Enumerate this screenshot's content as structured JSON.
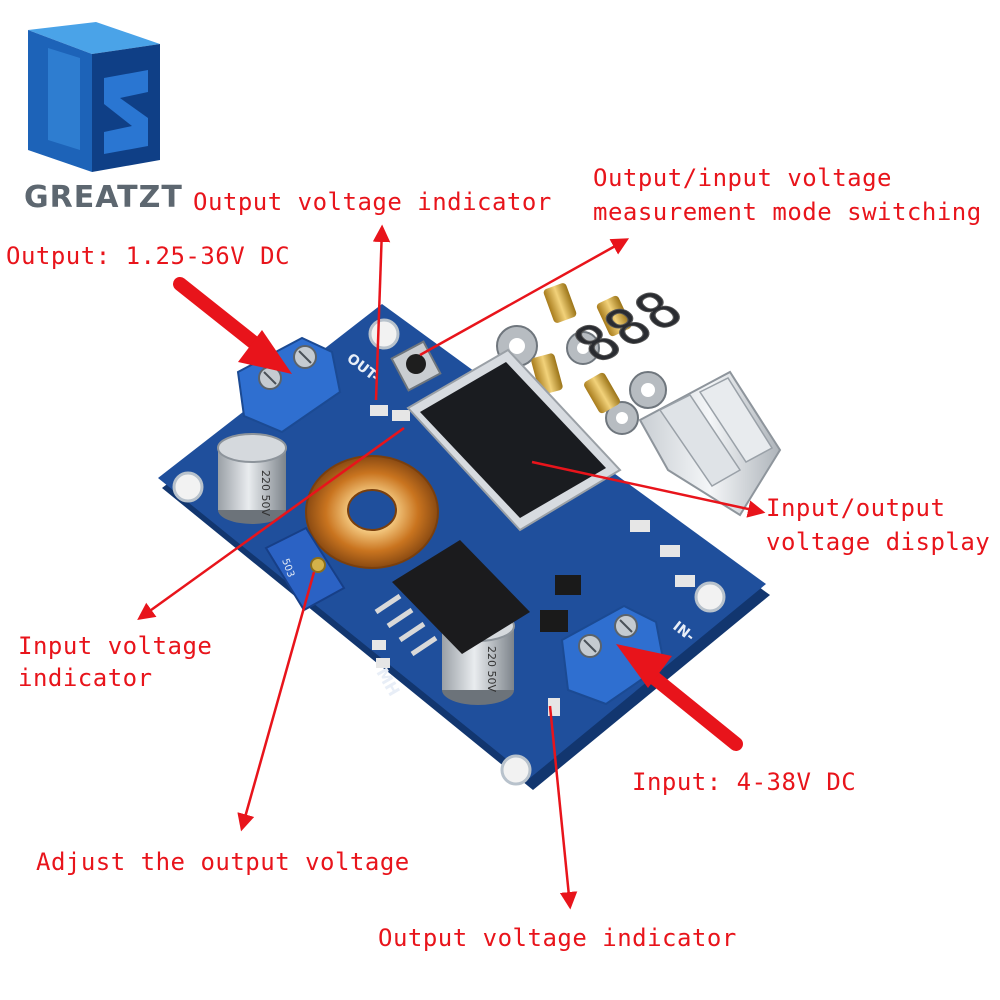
{
  "brand": {
    "name": "GREATZT",
    "logo_colors": {
      "top": "#4aa3e8",
      "front": "#1d63b8",
      "side": "#0f3f86"
    }
  },
  "labels": {
    "output_voltage_indicator_top": "Output voltage indicator",
    "mode_switch_line1": "Output/input voltage",
    "mode_switch_line2": "measurement mode switching",
    "output_range": "Output: 1.25-36V DC",
    "display_line1": "Input/output",
    "display_line2": "voltage display",
    "input_indicator_line1": "Input voltage",
    "input_indicator_line2": "indicator",
    "input_range": "Input: 4-38V DC",
    "adjust": "Adjust the output voltage",
    "output_voltage_indicator_bottom": "Output voltage indicator"
  },
  "board": {
    "silkscreen_out": "OUT-",
    "silkscreen_in": "IN-",
    "brand_mark": "MH",
    "capacitor_text": "220 50V",
    "pot_text": "503",
    "display_digits": "888",
    "pcb_color": "#1f4f9c",
    "terminal_color": "#2f6fd0"
  },
  "colors": {
    "annotation": "#e8141b"
  }
}
